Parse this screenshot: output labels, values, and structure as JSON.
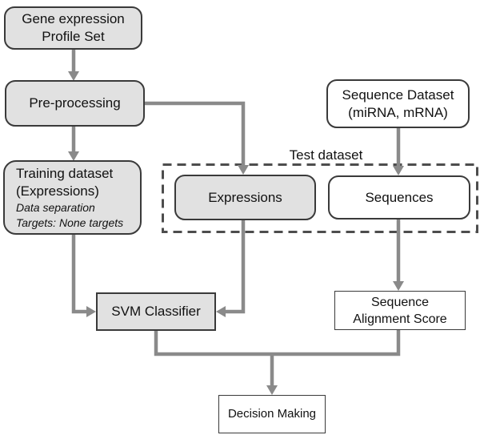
{
  "diagram": {
    "nodes": {
      "gene_expression_profile_set": {
        "line1": "Gene expression",
        "line2": "Profile Set"
      },
      "pre_processing": {
        "label": "Pre-processing"
      },
      "training_dataset": {
        "line1": "Training dataset",
        "line2": "(Expressions)",
        "note1": "Data separation",
        "note2": "Targets: None targets"
      },
      "sequence_dataset": {
        "line1": "Sequence Dataset",
        "line2": "(miRNA, mRNA)"
      },
      "expressions": {
        "label": "Expressions"
      },
      "sequences": {
        "label": "Sequences"
      },
      "svm_classifier": {
        "label": "SVM Classifier"
      },
      "sequence_alignment_score": {
        "line1": "Sequence",
        "line2": "Alignment Score"
      },
      "decision_making": {
        "label": "Decision Making"
      }
    },
    "groups": {
      "test_dataset": {
        "label": "Test dataset"
      }
    },
    "colors": {
      "background": "#ffffff",
      "node_fill_shaded": "#e1e1e1",
      "node_fill_plain": "#ffffff",
      "node_border": "#3a3a3a",
      "arrow": "#8a8a8a",
      "dashed_box_border": "#4d4d4d",
      "text": "#111111"
    }
  }
}
